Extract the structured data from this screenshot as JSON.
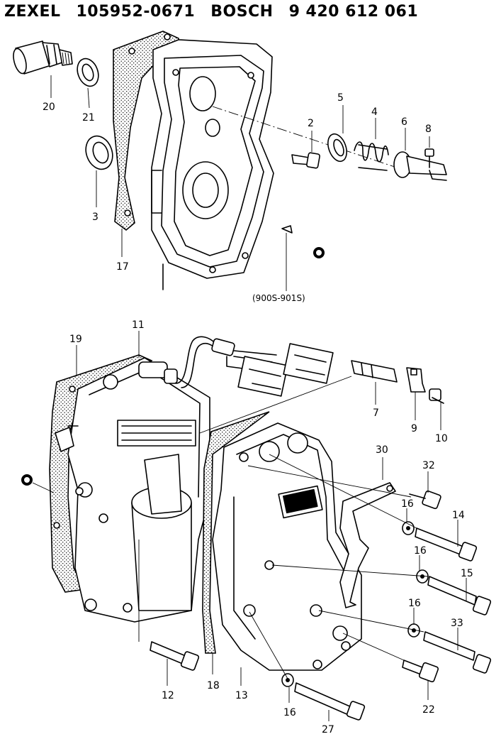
{
  "header": {
    "brand1": "ZEXEL",
    "part1": "105952-0671",
    "brand2": "BOSCH",
    "part2": "9 420 612 061"
  },
  "note": "(900S-901S)",
  "callouts": {
    "c20": "20",
    "c21": "21",
    "c3": "3",
    "c17": "17",
    "c2": "2",
    "c5": "5",
    "c4": "4",
    "c6": "6",
    "c8": "8",
    "c11": "11",
    "c19": "19",
    "c7": "7",
    "c9": "9",
    "c10": "10",
    "c30": "30",
    "c32": "32",
    "c16a": "16",
    "c14": "14",
    "c16b": "16",
    "c15": "15",
    "c16c": "16",
    "c33": "33",
    "c12": "12",
    "c18": "18",
    "c13": "13",
    "c16d": "16",
    "c27": "27",
    "c22": "22"
  }
}
